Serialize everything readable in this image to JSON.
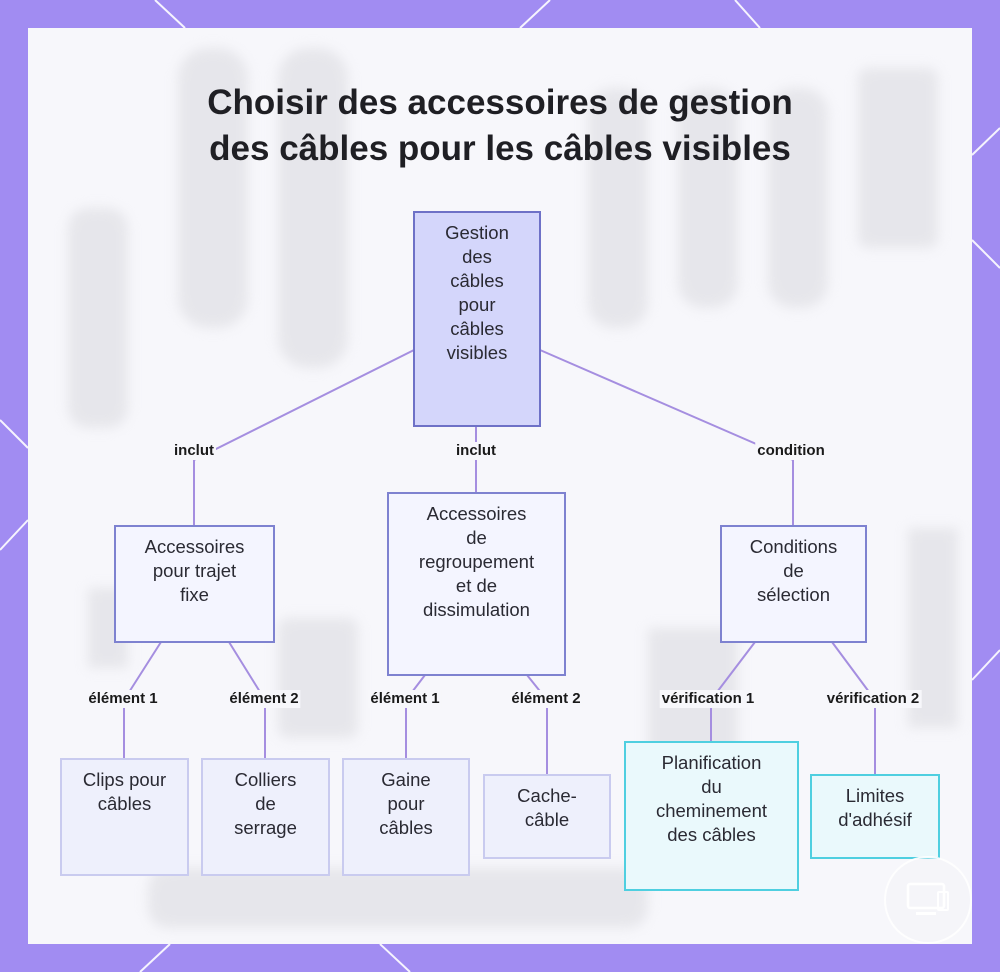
{
  "title": {
    "line1": "Choisir des accessoires de gestion",
    "line2": "des câbles pour les câbles visibles"
  },
  "nodes": {
    "root": {
      "lines": [
        "Gestion",
        "des",
        "câbles",
        "pour",
        "câbles",
        "visibles"
      ]
    },
    "fixed_path": {
      "lines": [
        "Accessoires",
        "pour trajet",
        "fixe"
      ]
    },
    "bundling": {
      "lines": [
        "Accessoires",
        "de",
        "regroupement",
        "et de",
        "dissimulation"
      ]
    },
    "conditions": {
      "lines": [
        "Conditions",
        "de",
        "sélection"
      ]
    },
    "cable_clips": {
      "lines": [
        "Clips pour",
        "câbles"
      ]
    },
    "cable_ties": {
      "lines": [
        "Colliers",
        "de",
        "serrage"
      ]
    },
    "cable_sleeve": {
      "lines": [
        "Gaine",
        "pour",
        "câbles"
      ]
    },
    "cable_cover": {
      "lines": [
        "Cache-",
        "câble"
      ]
    },
    "route_planning": {
      "lines": [
        "Planification",
        "du",
        "cheminement",
        "des câbles"
      ]
    },
    "adhesive_limits": {
      "lines": [
        "Limites",
        "d'adhésif"
      ]
    }
  },
  "edge_labels": {
    "root_to_fixed": "inclut",
    "root_to_bundling": "inclut",
    "root_to_conditions": "condition",
    "fixed_item1": "élément 1",
    "fixed_item2": "élément 2",
    "bundling_item1": "élément 1",
    "bundling_item2": "élément 2",
    "check1": "vérification 1",
    "check2": "vérification 2"
  },
  "colors": {
    "frame": "#a18cf2",
    "edge": "#a58ee0",
    "root_fill": "#d4d6fb",
    "condition_border": "#4fcfe0"
  }
}
